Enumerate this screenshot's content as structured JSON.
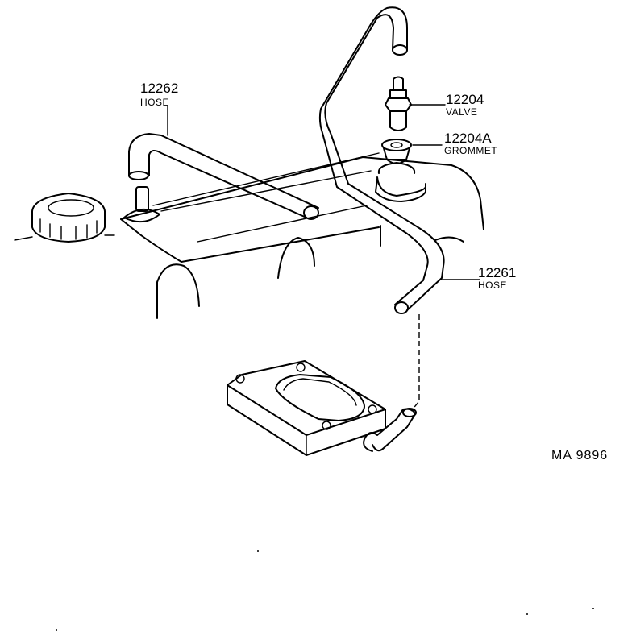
{
  "parts": [
    {
      "id": "p12262",
      "number": "12262",
      "name": "HOSE"
    },
    {
      "id": "p12204",
      "number": "12204",
      "name": "VALVE"
    },
    {
      "id": "p12204A",
      "number": "12204A",
      "name": "GROMMET"
    },
    {
      "id": "p12261",
      "number": "12261",
      "name": "HOSE"
    }
  ],
  "figure_code": "MA 9896"
}
